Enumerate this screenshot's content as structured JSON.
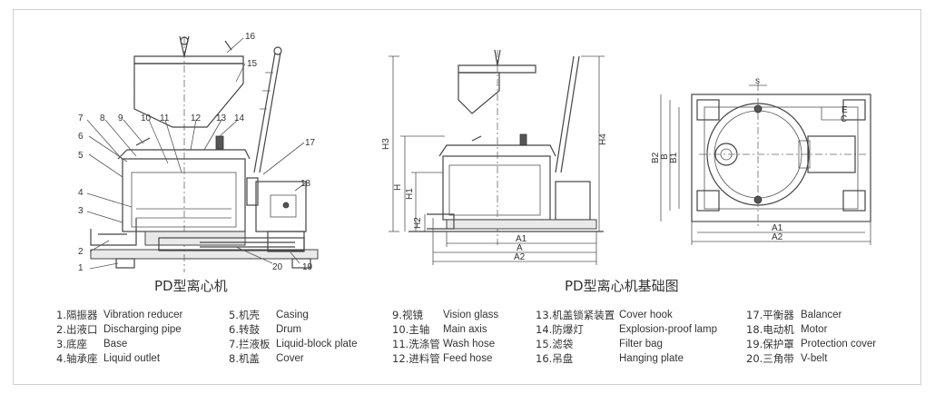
{
  "side_view": {
    "caption": "PD型离心机",
    "callouts": [
      "1",
      "2",
      "3",
      "4",
      "5",
      "6",
      "7",
      "8",
      "9",
      "10",
      "11",
      "12",
      "13",
      "14",
      "15",
      "16",
      "17",
      "18",
      "19",
      "20"
    ]
  },
  "foundation_view": {
    "caption": "PD型离心机基础图",
    "dims": {
      "h1": "H1",
      "h2": "H2",
      "h3": "H3",
      "h": "H",
      "h4": "H4",
      "a1": "A1",
      "a": "A",
      "a2": "A2"
    }
  },
  "plan_view": {
    "dims": {
      "b2": "B2",
      "b": "B",
      "b1": "B1",
      "a1": "A1",
      "a2": "A2",
      "s": "s",
      "e": "E",
      "c": "C"
    }
  },
  "legend": [
    [
      {
        "cn": "1.隔振器",
        "en": "Vibration reducer"
      },
      {
        "cn": "2.出液口",
        "en": "Discharging pipe"
      },
      {
        "cn": "3.底座",
        "en": "Base"
      },
      {
        "cn": "4.轴承座",
        "en": "Liquid outlet"
      }
    ],
    [
      {
        "cn": "5.机壳",
        "en": "Casing"
      },
      {
        "cn": "6.转鼓",
        "en": "Drum"
      },
      {
        "cn": "7.拦液板",
        "en": "Liquid-block plate"
      },
      {
        "cn": "8.机盖",
        "en": "Cover"
      }
    ],
    [
      {
        "cn": "9.视镜",
        "en": "Vision glass"
      },
      {
        "cn": "10.主轴",
        "en": "Main axis"
      },
      {
        "cn": "11.洗涤管",
        "en": "Wash hose"
      },
      {
        "cn": "12.进料管",
        "en": "Feed hose"
      }
    ],
    [
      {
        "cn": "13.机盖锁紧装置",
        "en": "Cover hook"
      },
      {
        "cn": "14.防爆灯",
        "en": "Explosion-proof lamp"
      },
      {
        "cn": "15.滤袋",
        "en": "Filter bag"
      },
      {
        "cn": "16.吊盘",
        "en": "Hanging plate"
      }
    ],
    [
      {
        "cn": "17.平衡器",
        "en": "Balancer"
      },
      {
        "cn": "18.电动机",
        "en": "Motor"
      },
      {
        "cn": "19.保护罩",
        "en": "Protection cover"
      },
      {
        "cn": "20.三角带",
        "en": "V-belt"
      }
    ]
  ]
}
